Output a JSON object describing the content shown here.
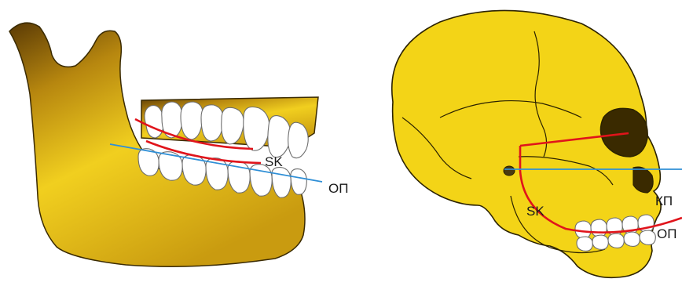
{
  "left_figure": {
    "labels": {
      "sk": "SK",
      "op": "ОП"
    }
  },
  "right_figure": {
    "labels": {
      "kp": "КП",
      "sk": "SK",
      "op": "ОП"
    }
  },
  "colors": {
    "bone": "#f3d417",
    "bone_shadow": "#6b4a06",
    "teeth": "#ffffff",
    "curve": "#e0141b",
    "plane": "#2f8fd6"
  },
  "icons": [
    "mandible-illustration",
    "skull-illustration"
  ]
}
